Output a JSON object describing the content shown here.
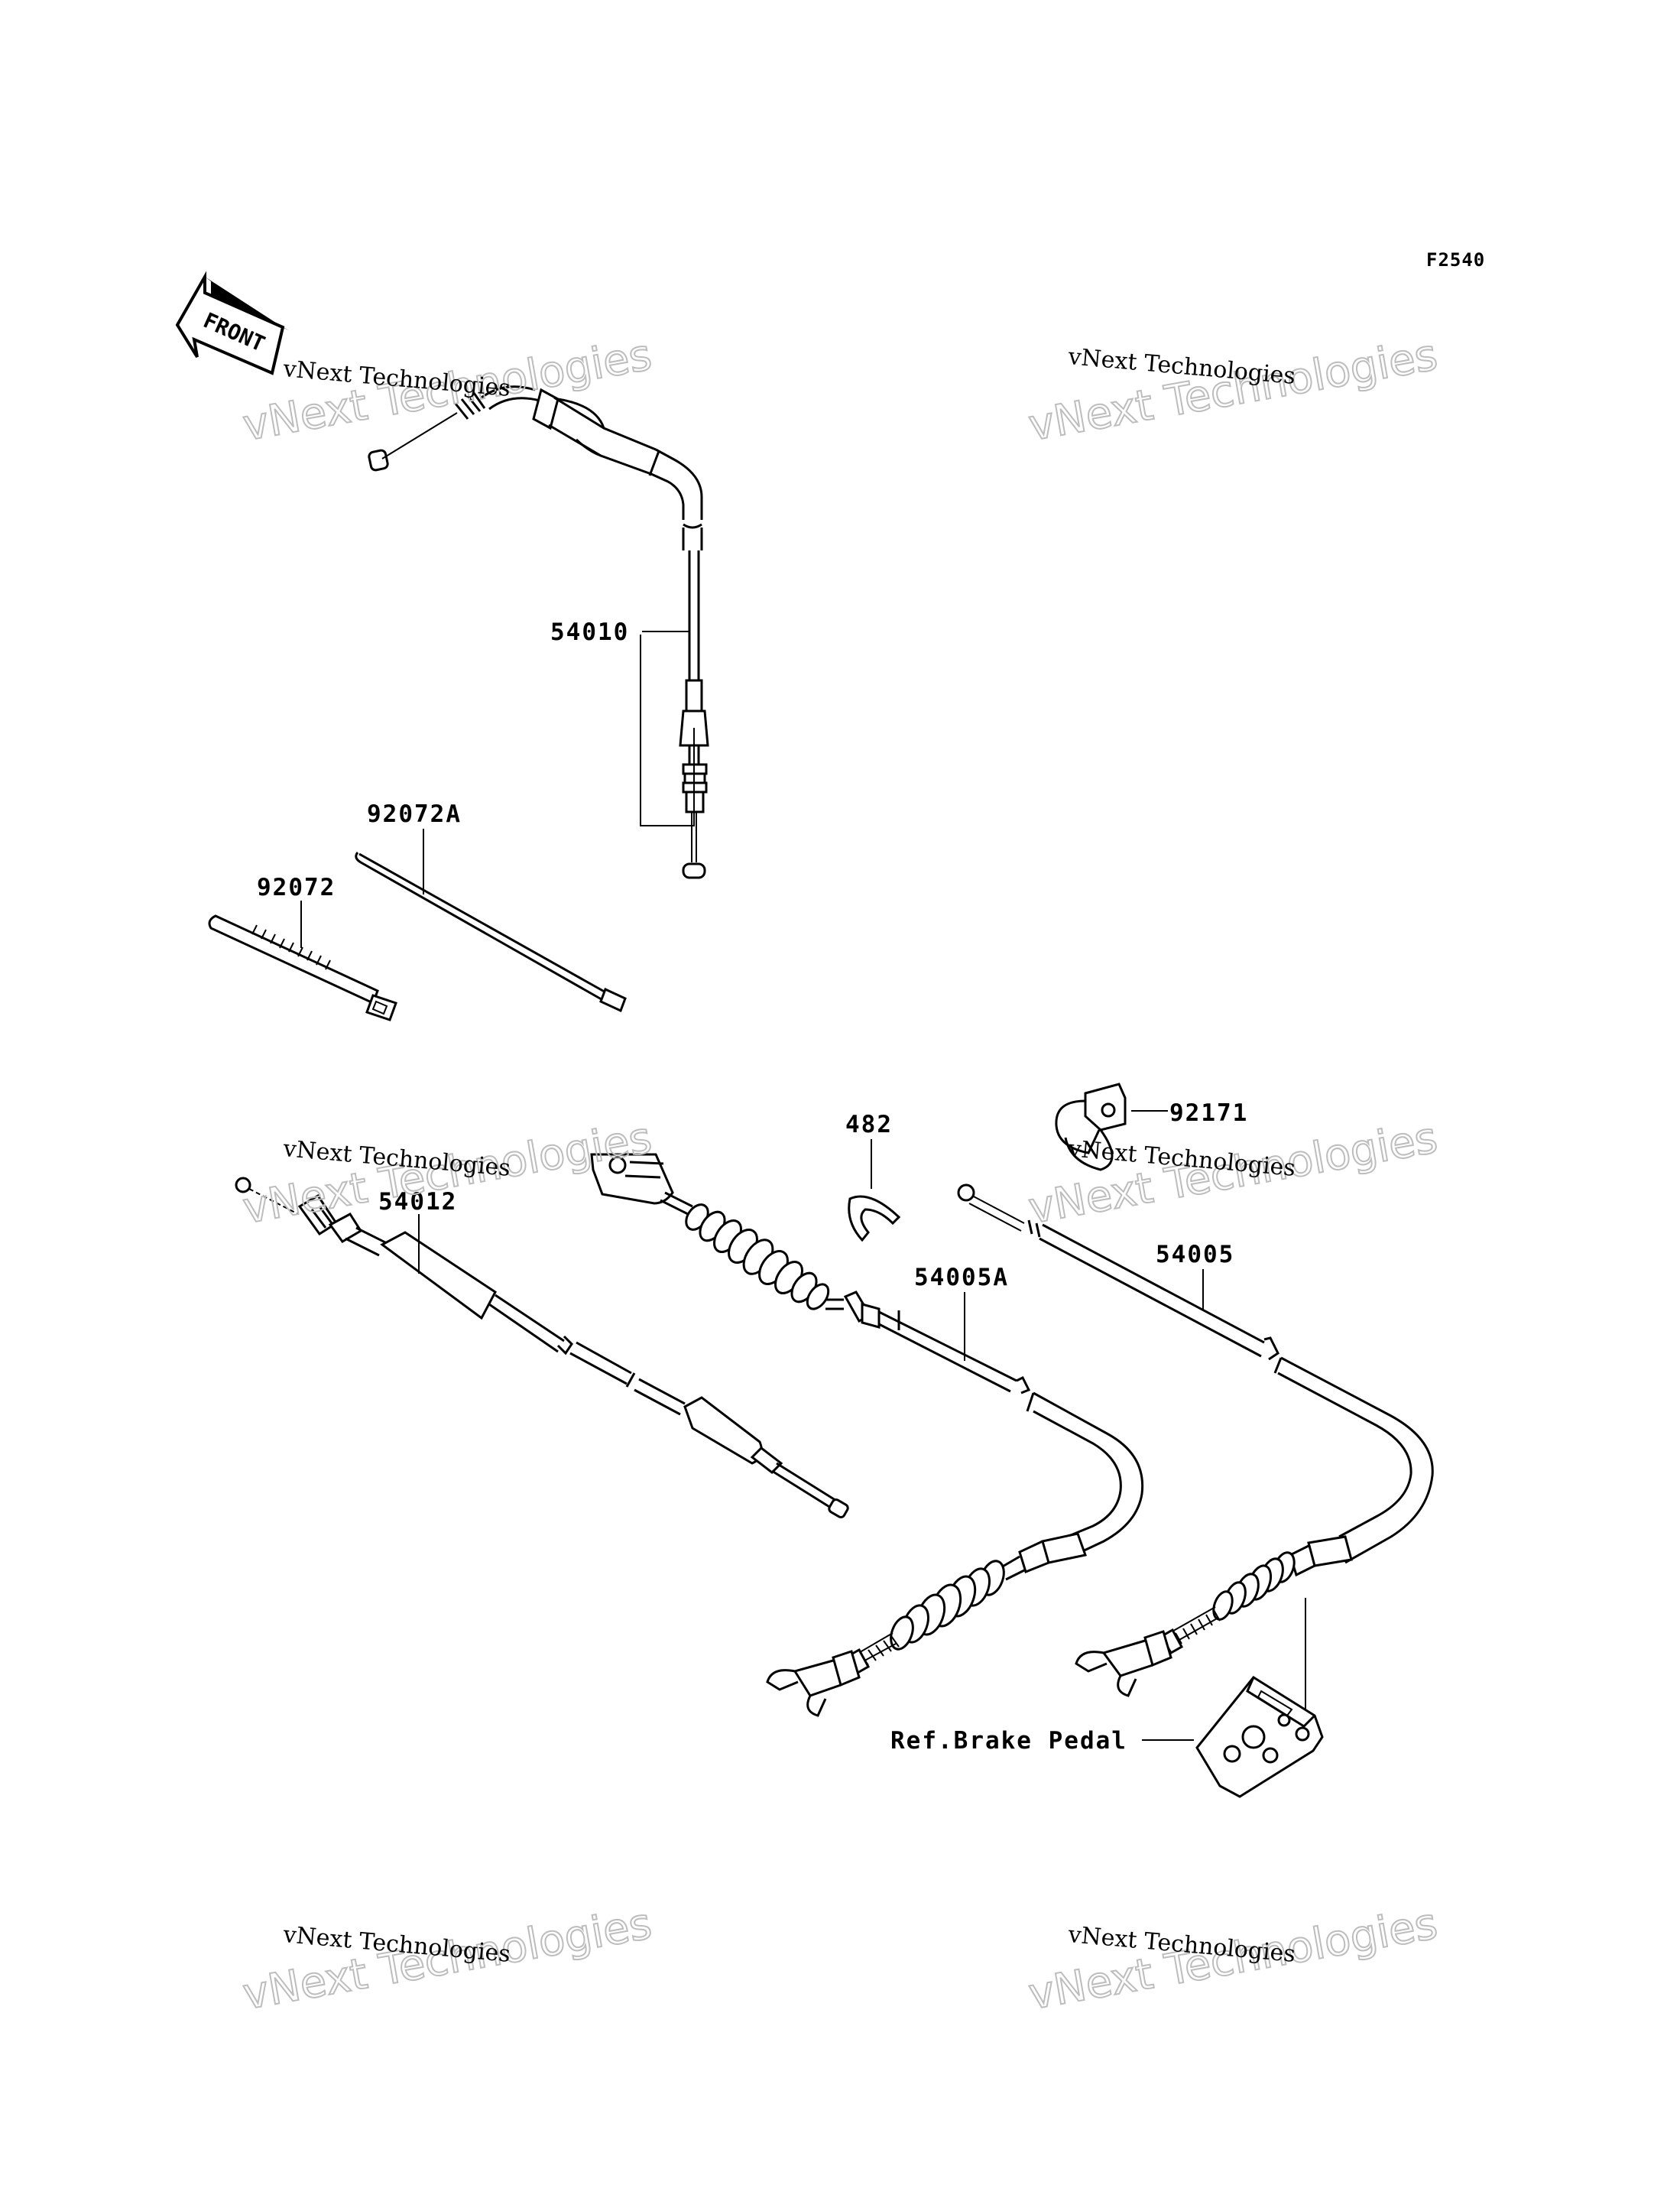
{
  "figure_code": "F2540",
  "front_label": "FRONT",
  "watermark": {
    "line1": "vNext Technologies",
    "line2": "vNext Technologies"
  },
  "parts": {
    "throttle_cable": "54010",
    "cable_tie_long": "92072A",
    "cable_tie": "92072",
    "choke_cable": "54012",
    "brake_cable_a": "54005A",
    "brake_cable": "54005",
    "circlip": "482",
    "clamp": "92171",
    "brake_pedal_ref": "Ref.Brake Pedal"
  }
}
